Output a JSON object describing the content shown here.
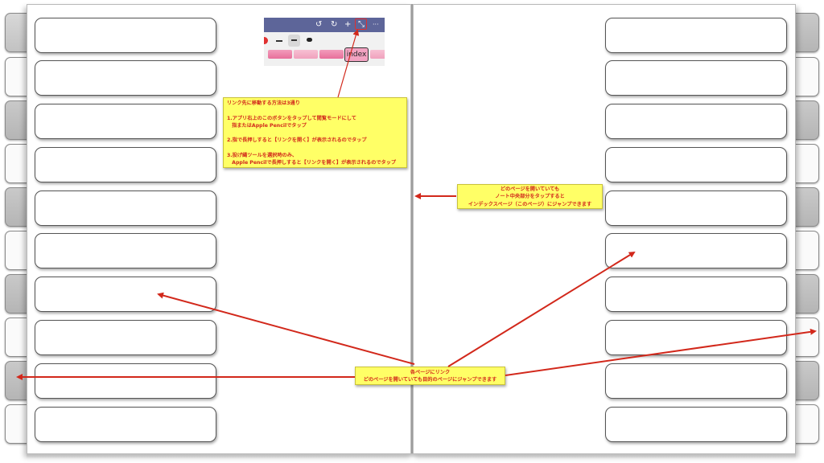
{
  "colors": {
    "arrow": "#d2281b",
    "note_bg": "#ffff66",
    "note_text": "#d2281b",
    "tab_dark": "#c2c2c2",
    "tab_light": "#fafafa",
    "toolbar": "#5d6599",
    "index_tab": "#f2a3c2"
  },
  "screenshot": {
    "toolbar_icons": [
      "undo-icon",
      "redo-icon",
      "add-icon",
      "read-mode-icon",
      "more-icon"
    ],
    "toolbar_glyphs": [
      "↺",
      "↻",
      "+",
      "⤡",
      "···"
    ],
    "index_tab_label": "index"
  },
  "note_link_methods": {
    "lines": [
      "リンク先に移動する方法は3通り",
      "",
      "1.アプリ右上のこのボタンをタップして閲覧モードにして",
      "　指またはApple Pencilでタップ",
      "",
      "2.指で長押しすると【リンクを開く】が表示されるのでタップ",
      "",
      "3.投げ縄ツールを選択時のみ、",
      "　Apple Pencilで長押しすると【リンクを開く】が表示されるのでタップ"
    ]
  },
  "note_center": {
    "lines": [
      "どのページを開いていても",
      "ノート中央部分をタップすると",
      "インデックスページ（このページ）にジャンプできます"
    ]
  },
  "note_links": {
    "lines": [
      "各ページにリンク",
      "どのページを開いていても目的のページにジャンプできます"
    ]
  }
}
